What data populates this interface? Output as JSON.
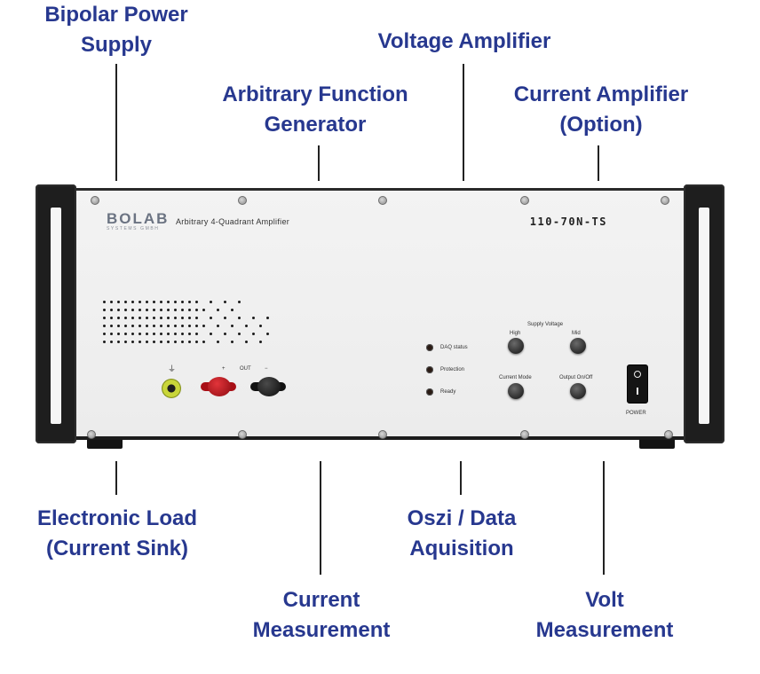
{
  "labels": {
    "bipolar_power_supply": [
      "Bipolar Power",
      "Supply"
    ],
    "voltage_amplifier": [
      "Voltage Amplifier"
    ],
    "arbitrary_function_generator": [
      "Arbitrary Function",
      "Generator"
    ],
    "current_amplifier": [
      "Current Amplifier",
      "(Option)"
    ],
    "electronic_load": [
      "Electronic Load",
      "(Current Sink)"
    ],
    "oszi_data_aquisition": [
      "Oszi / Data",
      "Aquisition"
    ],
    "current_measurement": [
      "Current",
      "Measurement"
    ],
    "volt_measurement": [
      "Volt",
      "Measurement"
    ]
  },
  "device": {
    "brand": "BOLAB",
    "brand_sub": "SYSTEMS GMBH",
    "product_name": "Arbitrary 4-Quadrant Amplifier",
    "model": "110-70N-TS",
    "ground_symbol": "⏚",
    "out_label": "OUT",
    "plus": "+",
    "minus": "−",
    "indicators": [
      "DAQ status",
      "Protection",
      "Ready"
    ],
    "supply_voltage_label": "Supply Voltage",
    "buttons": {
      "high": "High",
      "mid": "Mid",
      "current_mode": "Current Mode",
      "output_on_off": "Output On/Off"
    },
    "power_label": "POWER"
  },
  "colors": {
    "label_text": "#27388f",
    "red_terminal": "#c4141c",
    "black_terminal": "#1a1a1a",
    "green_jack": "#c9d63a"
  }
}
